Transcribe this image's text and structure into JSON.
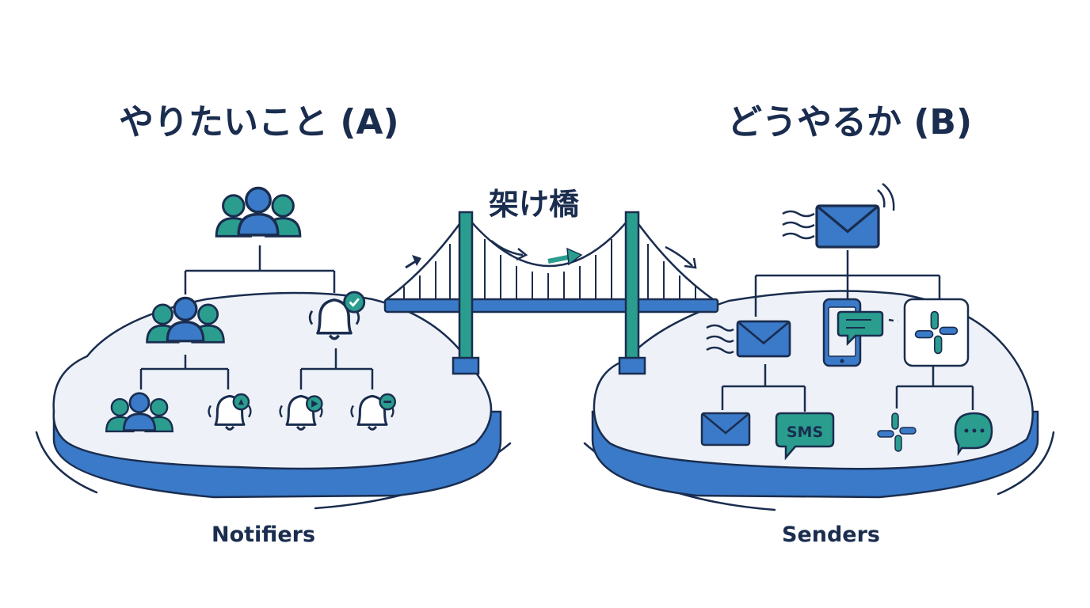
{
  "diagram": {
    "left_title": "やりたいこと (A)",
    "right_title": "どうやるか (B)",
    "bridge_title": "架け橋",
    "left_caption": "Notifiers",
    "right_caption": "Senders",
    "sms_label": "SMS"
  },
  "colors": {
    "navy": "#1a2d4f",
    "blue": "#3a7ac8",
    "teal": "#2a9d8f",
    "island": "#eef2f8"
  },
  "icons": {
    "left": [
      "group-icon",
      "bell-check-icon",
      "bell-up-icon",
      "bell-play-icon",
      "bell-minus-icon"
    ],
    "right": [
      "envelope-icon",
      "smartphone-chat-icon",
      "slack-icon",
      "sms-bubble-icon",
      "chat-bubble-icon"
    ]
  }
}
